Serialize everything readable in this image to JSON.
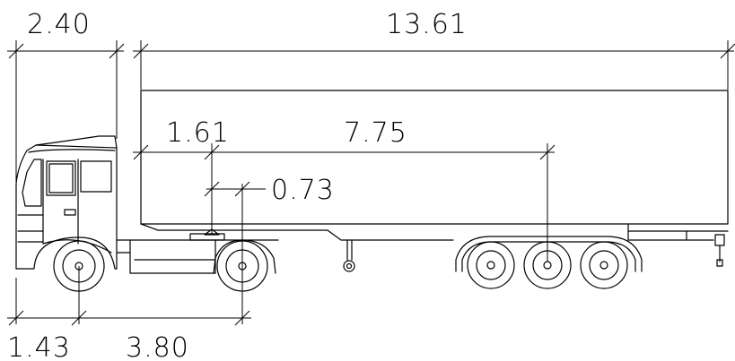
{
  "dimensions": {
    "cab_length": "2.40",
    "trailer_length": "13.61",
    "kingpin_offset": "1.61",
    "kingpin_to_axle": "7.75",
    "fifth_wheel_offset": "0.73",
    "front_overhang": "1.43",
    "wheelbase": "3.80"
  }
}
